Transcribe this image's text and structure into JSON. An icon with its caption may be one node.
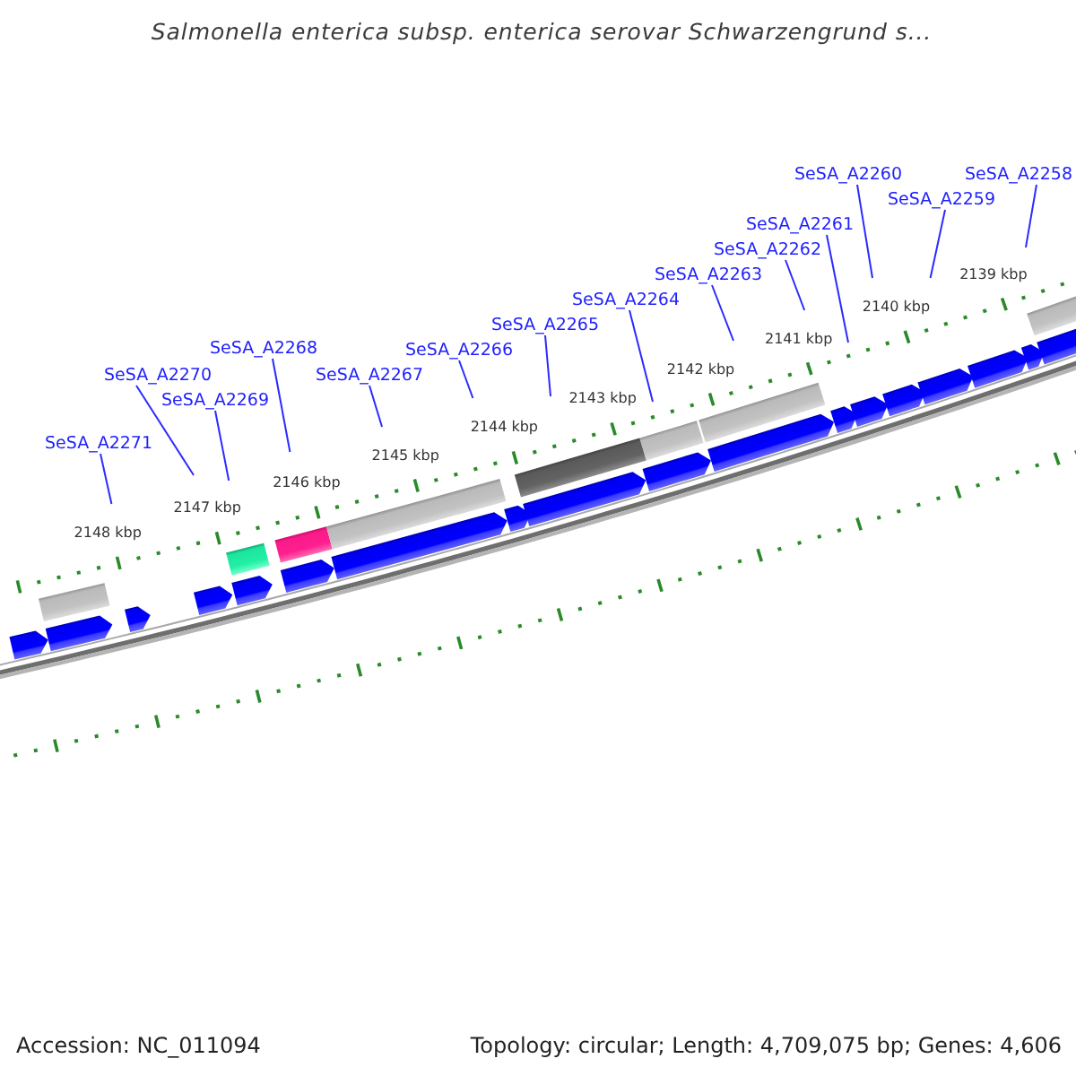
{
  "diagram": {
    "title": "Salmonella enterica subsp. enterica serovar Schwarzengrund s...",
    "nodes": [
      {
        "text": [
          "SeSA_A2260"
        ]
      },
      {
        "text": [
          "SeSA_A2258"
        ]
      },
      {
        "text": [
          "SeSA_A2259"
        ]
      },
      {
        "text": [
          "SeSA_A2261"
        ]
      },
      {
        "text": [
          "SeSA_A2262"
        ]
      },
      {
        "text": [
          "SeSA_A2263"
        ]
      },
      {
        "text": [
          "SeSA_A2264"
        ]
      },
      {
        "text": [
          "SeSA_A2265"
        ]
      },
      {
        "text": [
          "SeSA_A2268"
        ]
      },
      {
        "text": [
          "SeSA_A2266"
        ]
      },
      {
        "text": [
          "SeSA_A2270"
        ]
      },
      {
        "text": [
          "SeSA_A2267"
        ]
      },
      {
        "text": [
          "SeSA_A2269"
        ]
      },
      {
        "text": [
          "SeSA_A2271"
        ]
      },
      {
        "text": [],
        "shape": "bar"
      },
      {
        "text": [],
        "shape": "bar"
      },
      {
        "text": [],
        "shape": "bar"
      },
      {
        "text": [],
        "shape": "bar"
      },
      {
        "text": [],
        "shape": "bar"
      },
      {
        "text": [],
        "shape": "bar"
      },
      {
        "text": [],
        "shape": "bar"
      },
      {
        "text": [],
        "shape": "bar"
      },
      {
        "text": [],
        "shape": "pentagon"
      },
      {
        "text": [],
        "shape": "pentagon"
      },
      {
        "text": [],
        "shape": "pentagon"
      },
      {
        "text": [],
        "shape": "pentagon"
      },
      {
        "text": [],
        "shape": "pentagon"
      },
      {
        "text": [],
        "shape": "pentagon"
      },
      {
        "text": [],
        "shape": "pentagon"
      },
      {
        "text": [],
        "shape": "pentagon"
      },
      {
        "text": [],
        "shape": "pentagon"
      },
      {
        "text": [],
        "shape": "pentagon"
      },
      {
        "text": [],
        "shape": "pentagon"
      },
      {
        "text": [],
        "shape": "pentagon"
      },
      {
        "text": [],
        "shape": "pentagon"
      },
      {
        "text": [],
        "shape": "pentagon"
      },
      {
        "text": [],
        "shape": "pentagon"
      },
      {
        "text": [],
        "shape": "pentagon"
      },
      {
        "text": [],
        "shape": "pentagon"
      },
      {
        "text": [],
        "shape": "pentagon"
      }
    ],
    "edges": [
      {
        "from": 0,
        "to": null,
        "arrow": "none"
      },
      {
        "from": 1,
        "to": null,
        "arrow": "none"
      },
      {
        "from": 2,
        "to": null,
        "arrow": "none"
      },
      {
        "from": 3,
        "to": null,
        "arrow": "none"
      },
      {
        "from": 4,
        "to": null,
        "arrow": "none"
      },
      {
        "from": 5,
        "to": null,
        "arrow": "none"
      },
      {
        "from": 6,
        "to": null,
        "arrow": "none"
      },
      {
        "from": 7,
        "to": null,
        "arrow": "none"
      },
      {
        "from": 8,
        "to": null,
        "arrow": "none"
      },
      {
        "from": 9,
        "to": null,
        "arrow": "none"
      },
      {
        "from": 10,
        "to": null,
        "arrow": "none"
      },
      {
        "from": 11,
        "to": null,
        "arrow": "none"
      },
      {
        "from": 12,
        "to": null,
        "arrow": "none"
      },
      {
        "from": 13,
        "to": null,
        "arrow": "none"
      }
    ],
    "labels": [
      "2139 kbp",
      "2140 kbp",
      "2141 kbp",
      "2142 kbp",
      "2143 kbp",
      "2144 kbp",
      "2145 kbp",
      "2146 kbp",
      "2147 kbp",
      "2148 kbp",
      "Accession: NC_011094",
      "Topology: circular; Length: 4,709,075 bp; Genes: 4,606"
    ]
  }
}
